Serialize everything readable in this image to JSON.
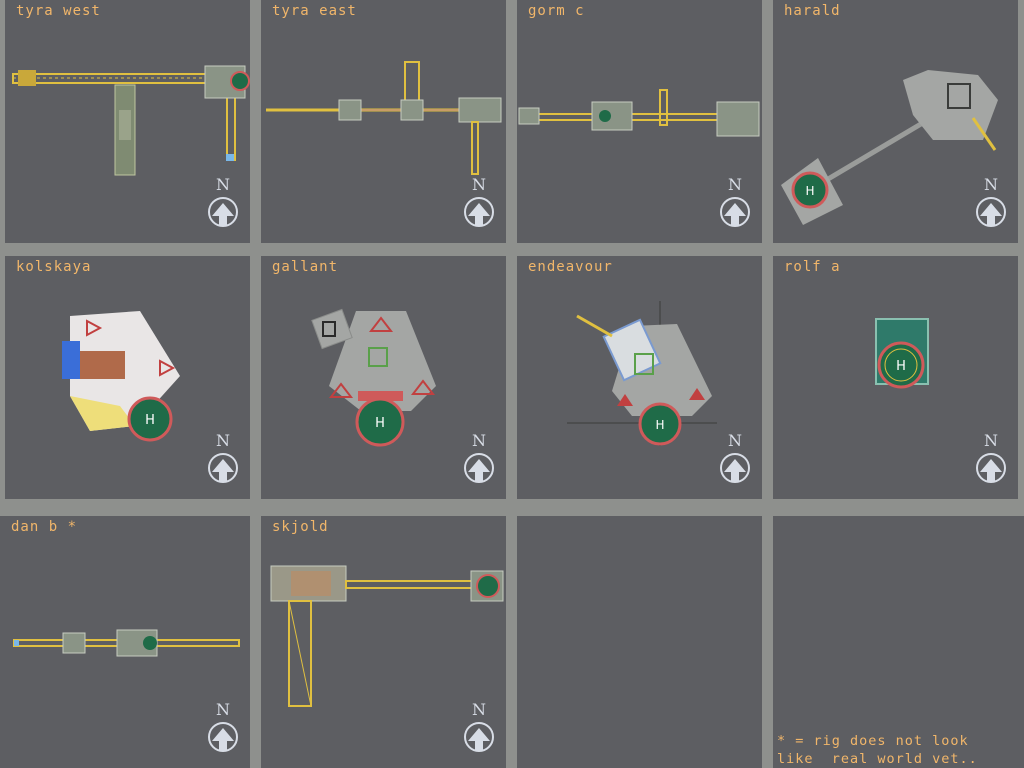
{
  "panels": [
    {
      "name": "tyra west"
    },
    {
      "name": "tyra east"
    },
    {
      "name": "gorm c"
    },
    {
      "name": "harald"
    },
    {
      "name": "kolskaya"
    },
    {
      "name": "gallant"
    },
    {
      "name": "endeavour"
    },
    {
      "name": "rolf a"
    },
    {
      "name": "dan b *"
    },
    {
      "name": "skjold"
    },
    {
      "name": ""
    },
    {
      "name": ""
    }
  ],
  "compass_label": "N",
  "helipad_label": "H",
  "footnote": {
    "line1": "* = rig does not look",
    "line2": "like  real world vet.."
  },
  "colors": {
    "background": "#8e908d",
    "panel": "#5d5e62",
    "label": "#f1b66a",
    "truss": "#e0c040",
    "helipad": "#1f6b48",
    "helipad_rim": "#cf5a5a",
    "compass": "#d8dde6"
  }
}
